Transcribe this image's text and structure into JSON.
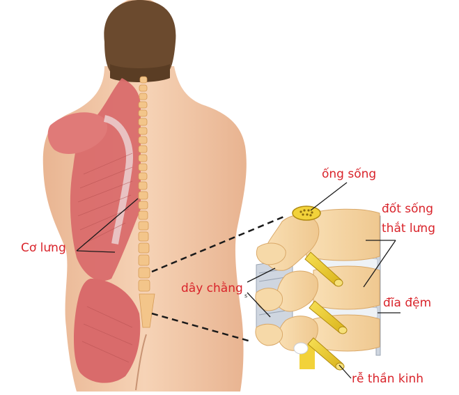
{
  "labels": {
    "spinal_canal": "ống sống",
    "lumbar_vertebra_1": "đốt sống",
    "lumbar_vertebra_2": "thắt lưng",
    "back_muscle": "Cơ lưng",
    "ligament": "dây chằng",
    "disc": "đĩa đệm",
    "nerve_root": "rễ thần kinh",
    "small_mark": "s"
  },
  "colors": {
    "label": "#d9232a",
    "skin": "#f2c9a8",
    "muscle": "#d96b6b",
    "bone": "#f5d29e",
    "nerve": "#f2d23a",
    "hair": "#6b4a2e"
  }
}
